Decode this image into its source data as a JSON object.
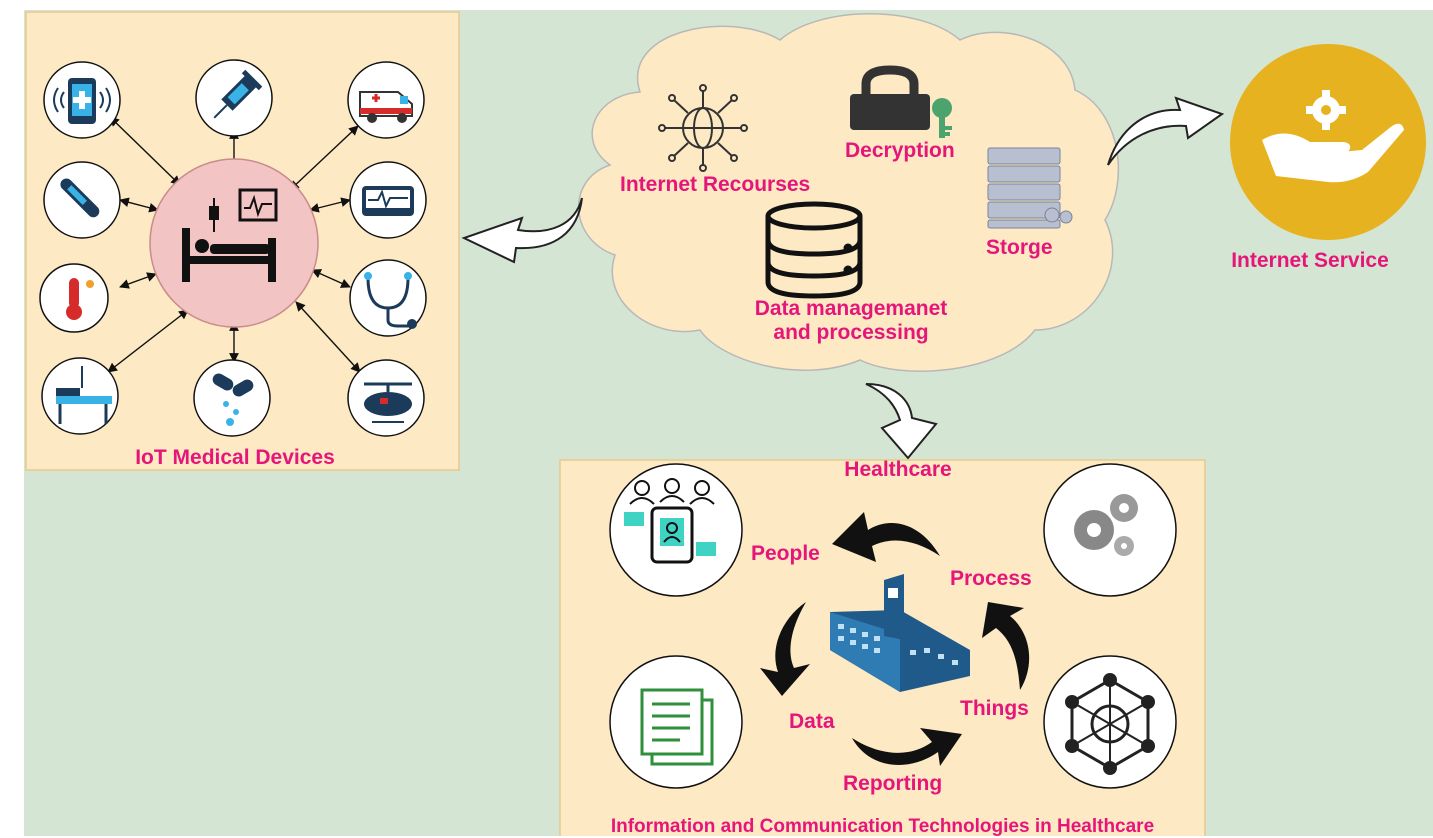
{
  "iot_panel": {
    "caption": "IoT Medical Devices",
    "devices": [
      "mobile-health-app-icon",
      "syringe-icon",
      "ambulance-icon",
      "thermometer-icon",
      "patient-monitor-icon",
      "temperature-icon",
      "stethoscope-icon",
      "hospital-bed-icon",
      "pills-icon",
      "air-ambulance-icon"
    ],
    "center": "patient-bed-monitor-icon"
  },
  "cloud": {
    "internet_resources": "Internet Recourses",
    "decryption": "Decryption",
    "storage": "Storge",
    "data_management_line1": "Data managemanet",
    "data_management_line2": "and processing"
  },
  "internet_service": {
    "label": "Internet Service"
  },
  "healthcare_panel": {
    "title": "Healthcare",
    "people": "People",
    "process": "Process",
    "data": "Data",
    "things": "Things",
    "reporting": "Reporting",
    "caption": "Information and Communication Technologies in Healthcare"
  },
  "colors": {
    "background": "#d4e6d3",
    "panel": "#fde9c3",
    "accent_text": "#e6157a",
    "center_circle": "#f3c4c4",
    "service_circle": "#e6b21f",
    "cloud": "#fde9c3"
  }
}
